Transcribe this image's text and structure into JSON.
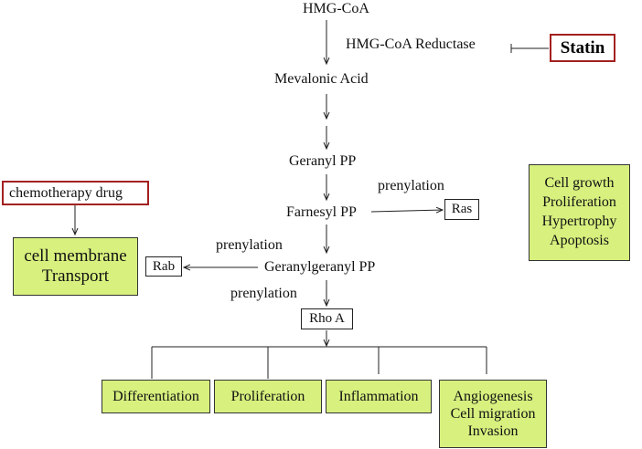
{
  "nodes": {
    "hmg_coa": "HMG-CoA",
    "reductase": "HMG-CoA Reductase",
    "statin": "Statin",
    "mevalonic": "Mevalonic Acid",
    "geranyl": "Geranyl PP",
    "farnesyl": "Farnesyl PP",
    "ras": "Ras",
    "geranylgeranyl": "Geranylgeranyl PP",
    "rab": "Rab",
    "rho": "Rho A",
    "chemo": "chemotherapy drug"
  },
  "labels": {
    "prenylation_ras": "prenylation",
    "prenylation_rab": "prenylation",
    "prenylation_rho": "prenylation"
  },
  "membrane_box": [
    "cell membrane",
    "Transport"
  ],
  "effects_box": [
    "Cell growth",
    "Proliferation",
    "Hypertrophy",
    "Apoptosis"
  ],
  "outcomes": {
    "differentiation": "Differentiation",
    "proliferation": "Proliferation",
    "inflammation": "Inflammation",
    "angio": [
      "Angiogenesis",
      "Cell migration",
      "Invasion"
    ]
  },
  "colors": {
    "green_fill": "#d7f07e",
    "red_border": "#a32020"
  }
}
